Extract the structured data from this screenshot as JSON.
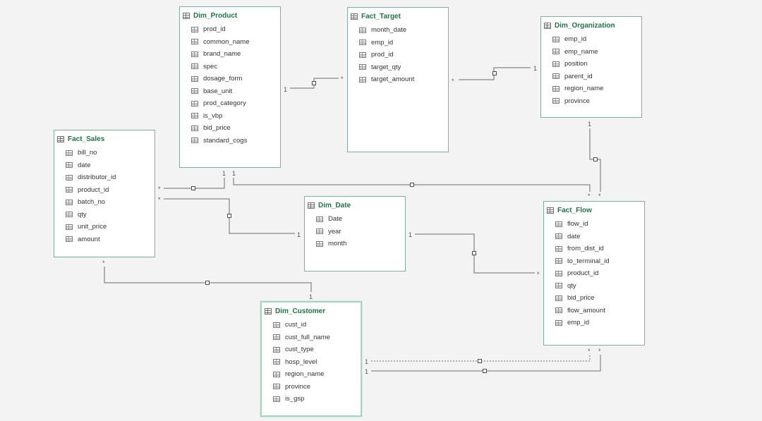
{
  "tables": [
    {
      "name": "Dim_Product",
      "fields": [
        "prod_id",
        "common_name",
        "brand_name",
        "spec",
        "dosage_form",
        "base_unit",
        "prod_category",
        "is_vbp",
        "bid_price",
        "standard_cogs"
      ]
    },
    {
      "name": "Fact_Target",
      "fields": [
        "month_date",
        "emp_id",
        "prod_id",
        "target_qty",
        "target_amount"
      ]
    },
    {
      "name": "Dim_Organization",
      "fields": [
        "emp_id",
        "emp_name",
        "position",
        "parent_id",
        "region_name",
        "province"
      ]
    },
    {
      "name": "Fact_Sales",
      "fields": [
        "bill_no",
        "date",
        "distributor_id",
        "product_id",
        "batch_no",
        "qty",
        "unit_price",
        "amount"
      ]
    },
    {
      "name": "Dim_Date",
      "fields": [
        "Date",
        "year",
        "month"
      ]
    },
    {
      "name": "Fact_Flow",
      "fields": [
        "flow_id",
        "date",
        "from_dist_id",
        "to_terminal_id",
        "product_id",
        "qty",
        "bid_price",
        "flow_amount",
        "emp_id"
      ]
    },
    {
      "name": "Dim_Customer",
      "fields": [
        "cust_id",
        "cust_full_name",
        "cust_type",
        "hosp_level",
        "region_name",
        "province",
        "is_gsp"
      ]
    }
  ],
  "cardinality": {
    "one": "1",
    "many": "*"
  },
  "relationships": [
    {
      "one": "Dim_Product",
      "many": "Fact_Target",
      "active": true
    },
    {
      "one": "Dim_Organization",
      "many": "Fact_Target",
      "active": true
    },
    {
      "one": "Dim_Product",
      "many": "Fact_Sales",
      "active": true
    },
    {
      "one": "Dim_Product",
      "many": "Fact_Flow",
      "active": true
    },
    {
      "one": "Dim_Organization",
      "many": "Fact_Flow",
      "active": true
    },
    {
      "one": "Dim_Date",
      "many": "Fact_Sales",
      "active": true
    },
    {
      "one": "Dim_Date",
      "many": "Fact_Flow",
      "active": true
    },
    {
      "one": "Dim_Customer",
      "many": "Fact_Sales",
      "active": true
    },
    {
      "one": "Dim_Customer",
      "many": "Fact_Flow",
      "active": false
    },
    {
      "one": "Dim_Customer",
      "many": "Fact_Flow",
      "active": true
    }
  ],
  "selected_table": "Dim_Customer"
}
